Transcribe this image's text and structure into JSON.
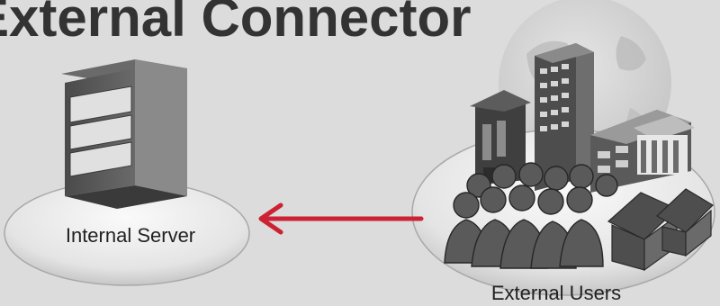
{
  "slide": {
    "title": "External Connector"
  },
  "diagram": {
    "internal_node": {
      "label": "Internal Server",
      "icon": "server-icon"
    },
    "external_node": {
      "label": "External Users",
      "icons": [
        "globe-icon",
        "city-buildings-icon",
        "people-crowd-icon",
        "houses-icon"
      ]
    },
    "connector": {
      "direction": "external-to-internal",
      "color": "#cc2233"
    }
  },
  "colors": {
    "background": "#dcdcdc",
    "title": "#333333",
    "arrow": "#cc2233",
    "platform": "#eeeeee"
  }
}
